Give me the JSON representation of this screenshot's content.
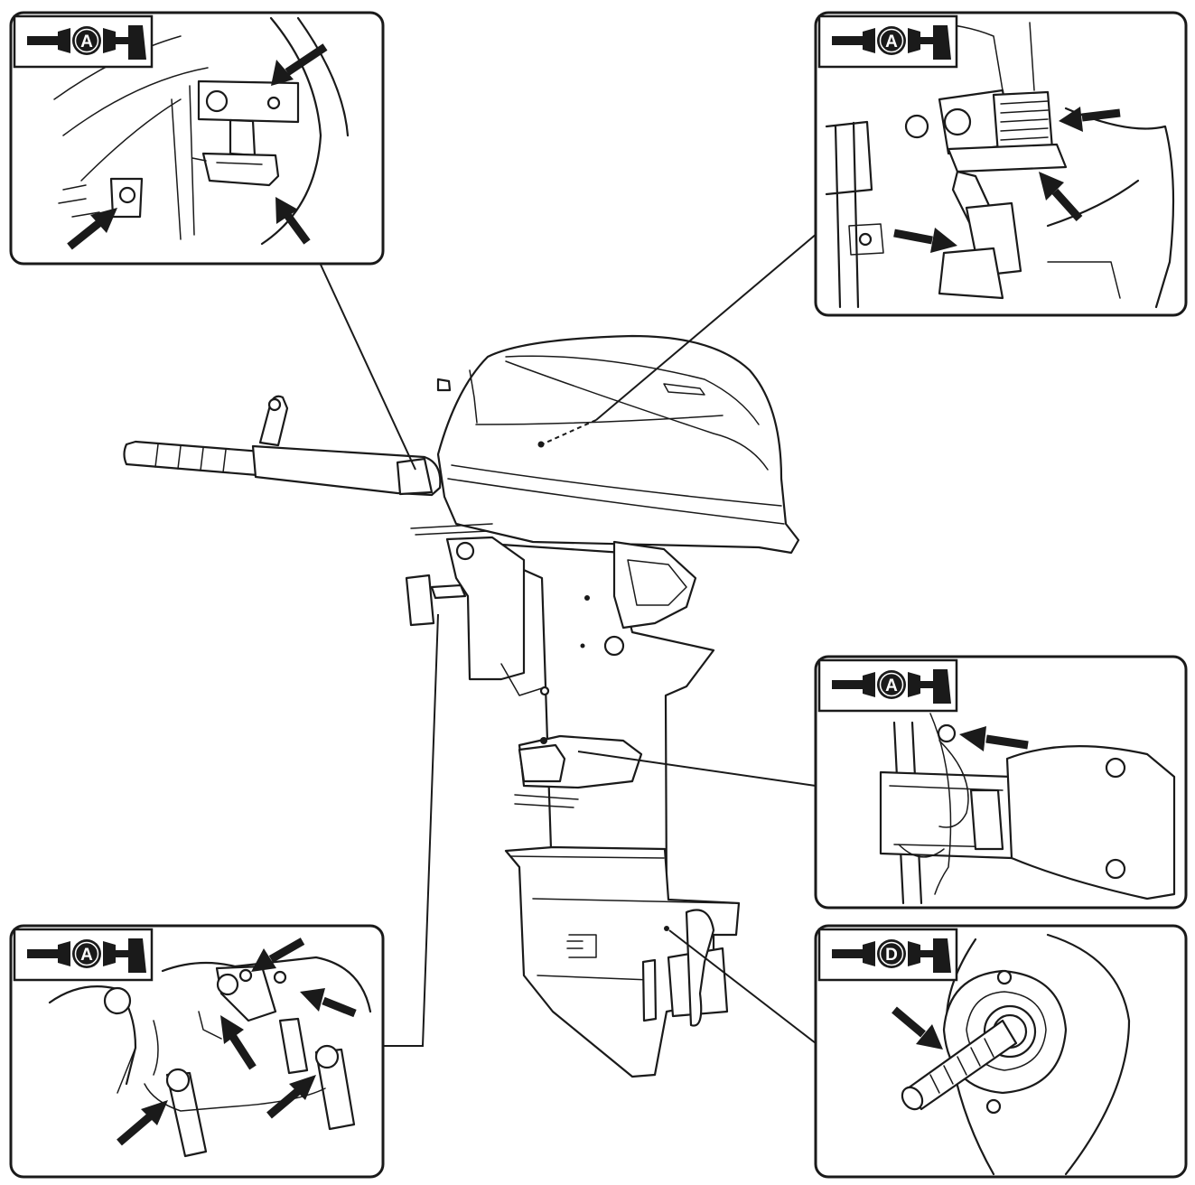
{
  "colors": {
    "ink": "#1a1a1a",
    "paper": "#ffffff"
  },
  "callouts": [
    {
      "id": "callout-top-left",
      "badge": "A",
      "icon": "grease-gun-icon"
    },
    {
      "id": "callout-top-right",
      "badge": "A",
      "icon": "grease-gun-icon"
    },
    {
      "id": "callout-middle-right",
      "badge": "A",
      "icon": "grease-gun-icon"
    },
    {
      "id": "callout-bottom-left",
      "badge": "A",
      "icon": "grease-gun-icon"
    },
    {
      "id": "callout-bottom-right",
      "badge": "D",
      "icon": "grease-gun-icon"
    }
  ]
}
